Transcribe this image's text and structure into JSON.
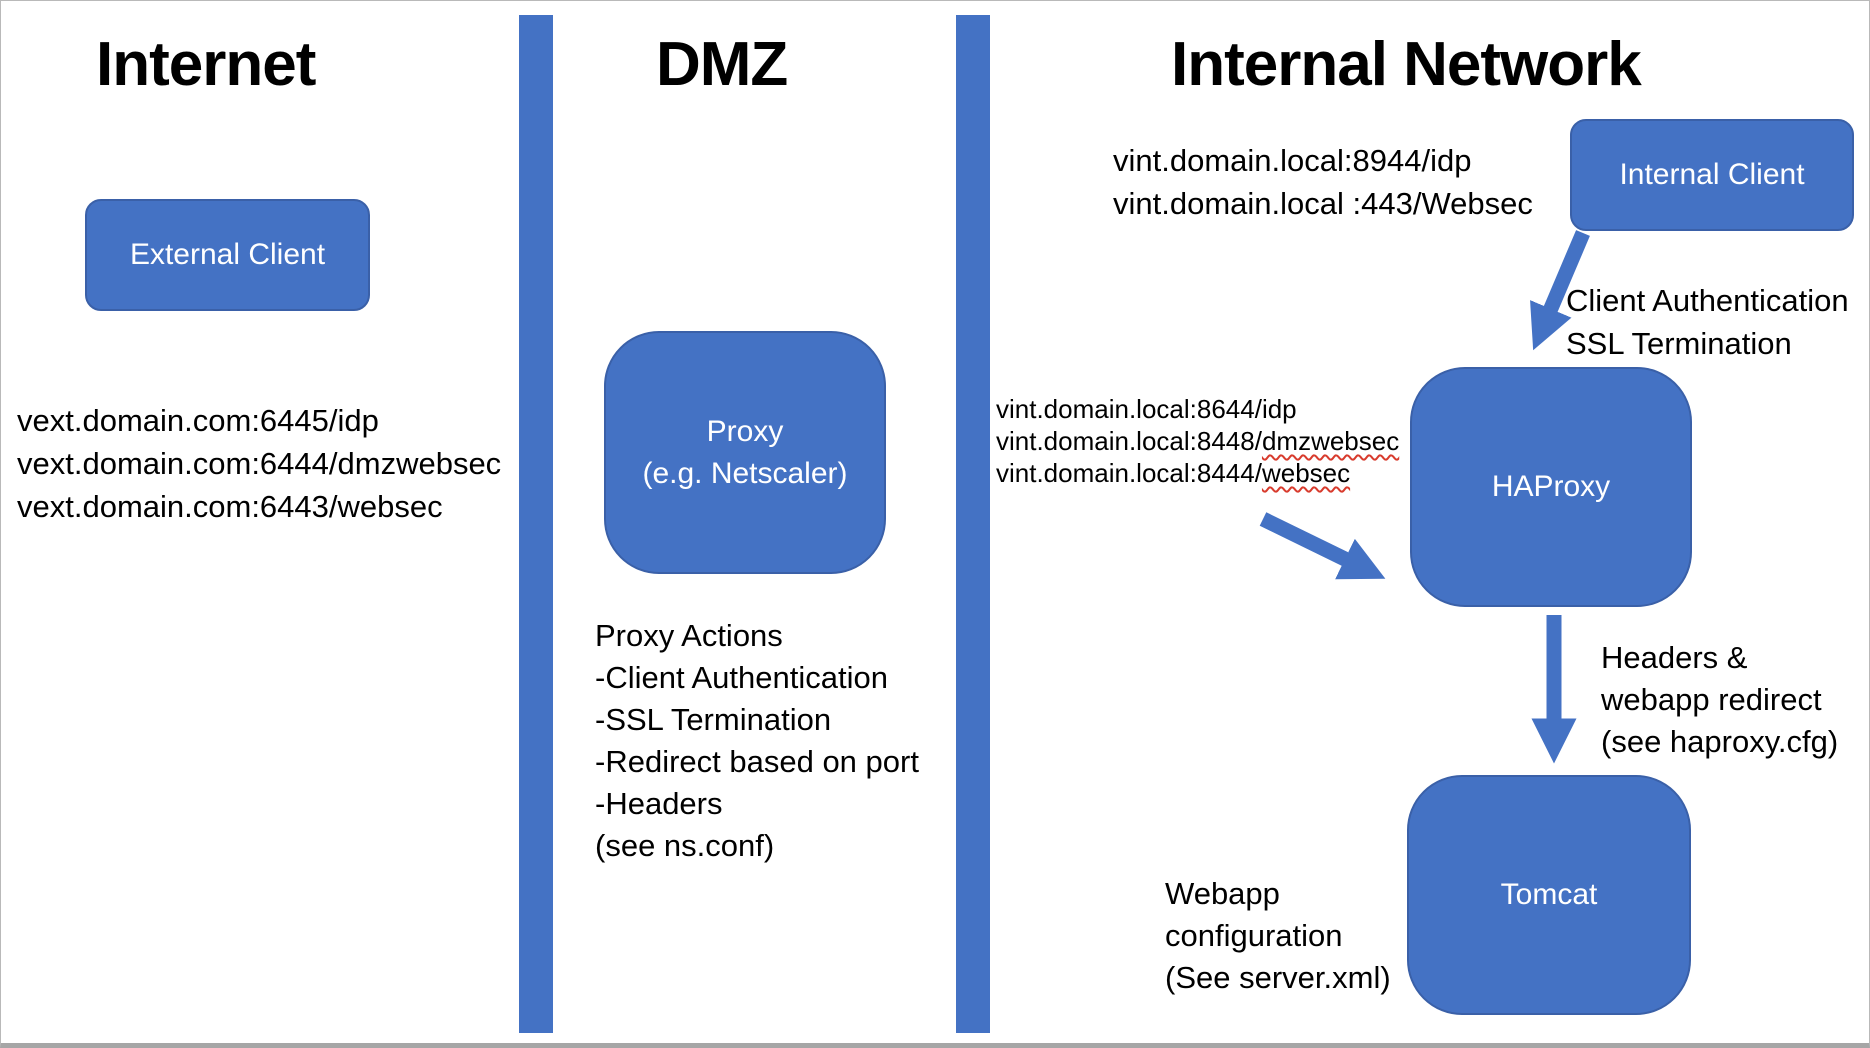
{
  "zones": {
    "internet": {
      "title": "Internet",
      "client_label": "External Client",
      "endpoints": [
        "vext.domain.com:6445/idp",
        "vext.domain.com:6444/dmzwebsec",
        "vext.domain.com:6443/websec"
      ]
    },
    "dmz": {
      "title": "DMZ",
      "proxy_label_line1": "Proxy",
      "proxy_label_line2": "(e.g. Netscaler)",
      "actions": [
        "Proxy Actions",
        "-Client Authentication",
        "-SSL Termination",
        "-Redirect based on port",
        "-Headers",
        "(see ns.conf)"
      ]
    },
    "internal": {
      "title": "Internal Network",
      "client_label": "Internal Client",
      "client_endpoints": [
        "vint.domain.local:8944/idp",
        "vint.domain.local :443/Websec"
      ],
      "client_to_haproxy_note": [
        "Client Authentication",
        "SSL Termination"
      ],
      "haproxy_label": "HAProxy",
      "haproxy_endpoints": [
        {
          "prefix": "vint.domain.local:8644/idp",
          "flagged": ""
        },
        {
          "prefix": "vint.domain.local:8448/",
          "flagged": "dmzwebsec"
        },
        {
          "prefix": "vint.domain.local:8444/",
          "flagged": "websec"
        }
      ],
      "haproxy_to_tomcat_note": [
        "Headers &",
        "webapp redirect",
        "(see haproxy.cfg)"
      ],
      "tomcat_label": "Tomcat",
      "tomcat_note": [
        "Webapp",
        "configuration",
        "(See server.xml)"
      ]
    }
  },
  "colors": {
    "node_fill": "#4472C4",
    "node_border": "#3A60A8",
    "node_text": "#FFFFFF",
    "arrow": "#4472C4",
    "divider": "#4472C4",
    "body_text": "#000000",
    "spellcheck_underline": "#D83B2D"
  }
}
